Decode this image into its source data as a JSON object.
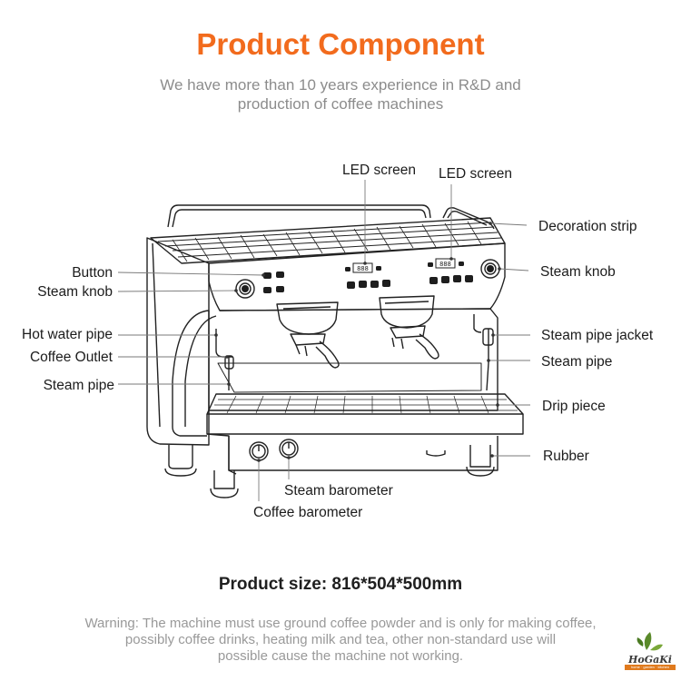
{
  "header": {
    "title": "Product Component",
    "subtitle_line1": "We have more than 10 years experience in R&D and",
    "subtitle_line2": "production of coffee machines"
  },
  "labels": {
    "led_screen_1": "LED screen",
    "led_screen_2": "LED screen",
    "decoration_strip": "Decoration strip",
    "button": "Button",
    "steam_knob_left": "Steam knob",
    "steam_knob_right": "Steam knob",
    "hot_water_pipe": "Hot water pipe",
    "steam_pipe_jacket": "Steam pipe jacket",
    "coffee_outlet": "Coffee Outlet",
    "steam_pipe_right": "Steam pipe",
    "steam_pipe_left": "Steam pipe",
    "drip_piece": "Drip piece",
    "rubber": "Rubber",
    "steam_barometer": "Steam barometer",
    "coffee_barometer": "Coffee barometer"
  },
  "product_size": "Product size: 816*504*500mm",
  "warning": {
    "line1": "Warning: The machine must use ground coffee powder and is only for making coffee,",
    "line2": "possibly coffee drinks, heating milk and tea, other non-standard use will",
    "line3": "possible cause the machine not working."
  },
  "logo": {
    "name": "HoGaKi",
    "tagline": "home · garden · kitchen",
    "accent_color": "#e07a1d",
    "leaf_color": "#5a8a2a"
  },
  "colors": {
    "title": "#f26b1d",
    "subtitle": "#8c8c8c",
    "label": "#1c1c1c",
    "line": "#222222"
  }
}
